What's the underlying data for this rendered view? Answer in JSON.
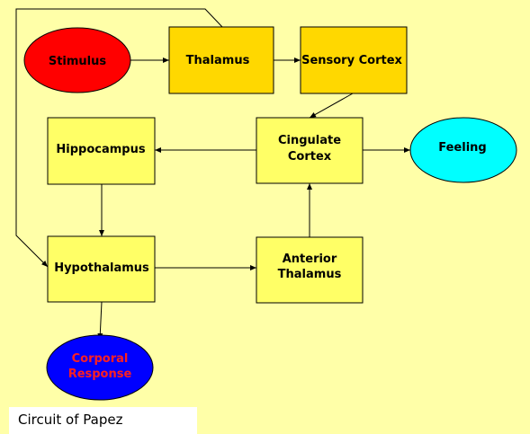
{
  "diagram": {
    "caption": "Circuit of Papez",
    "colors": {
      "background": "#ffffa8",
      "box_dark": "#ffd800",
      "box_light": "#ffff66",
      "stimulus": "#ff0000",
      "feeling": "#00ffff",
      "response": "#0000ff",
      "response_text": "#ff2020",
      "text": "#000000"
    },
    "nodes": {
      "stimulus": "Stimulus",
      "thalamus": "Thalamus",
      "sensory_cortex": "Sensory Cortex",
      "cingulate_cortex": [
        "Cingulate",
        "Cortex"
      ],
      "feeling": "Feeling",
      "hippocampus": "Hippocampus",
      "hypothalamus": "Hypothalamus",
      "anterior_thalamus": [
        "Anterior",
        "Thalamus"
      ],
      "corporal_response": [
        "Corporal",
        "Response"
      ]
    }
  }
}
